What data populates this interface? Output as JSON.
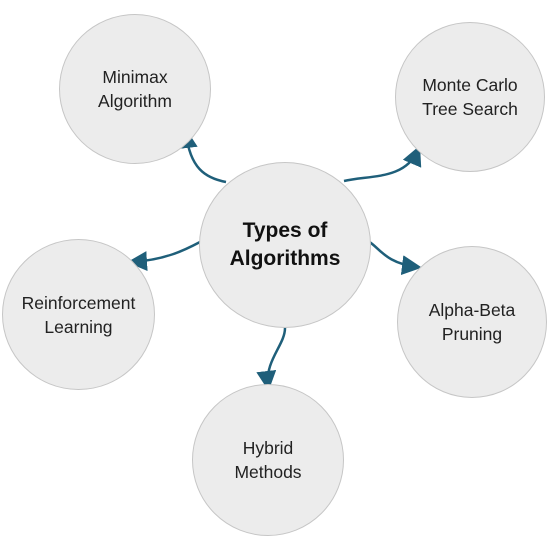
{
  "diagram": {
    "center": {
      "label": "Types of\nAlgorithms"
    },
    "nodes": [
      {
        "id": "minimax",
        "label": "Minimax\nAlgorithm"
      },
      {
        "id": "mcts",
        "label": "Monte Carlo\nTree Search"
      },
      {
        "id": "reinforcement",
        "label": "Reinforcement\nLearning"
      },
      {
        "id": "alphabeta",
        "label": "Alpha-Beta\nPruning"
      },
      {
        "id": "hybrid",
        "label": "Hybrid\nMethods"
      }
    ],
    "colors": {
      "node_fill": "#ececec",
      "node_border": "#c6c6c6",
      "arrow": "#1f5f7a"
    }
  }
}
